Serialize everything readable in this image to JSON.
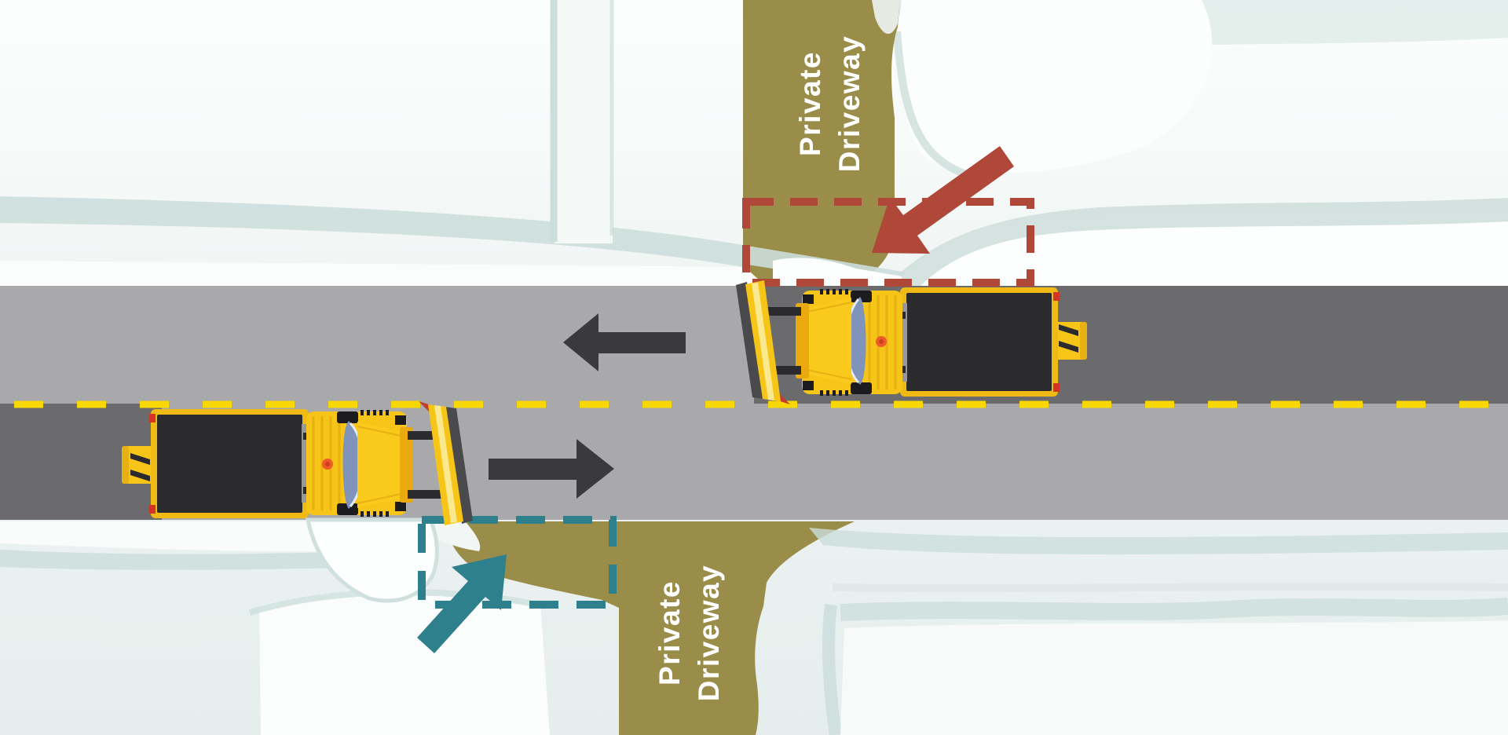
{
  "labels": {
    "top_driveway": {
      "line1": "Private",
      "line2": "Driveway"
    },
    "bottom_driveway": {
      "line1": "Private",
      "line2": "Driveway"
    }
  },
  "colors": {
    "bg-snow-top": "#fbfdfc",
    "bg-snow-bottom": "#e7eeed",
    "snow-white": "#fdfffe",
    "snow-shadow": "#ccdedb",
    "road-light": "#a9a8aa",
    "road-dark": "#6b6b6d",
    "road-medium": "#98989a",
    "driveway-olive": "#9a8c49",
    "lane-line-yellow": "#f8d702",
    "truck-yellow": "#f6c517",
    "truck-yellow-dark": "#e9b013",
    "truck-frame-yellow": "#f0b913",
    "truck-bed-black": "#2b2b2d",
    "plow-back-gray": "#4a4a4c",
    "plow-stripe": "#fbe98f",
    "windshield-blue": "#8093bb",
    "windshield-trim": "#e3ecf5",
    "beacon-orange": "#ee5a29",
    "beacon-core": "#c8401c",
    "tail-light-red": "#d43425",
    "flag-red": "#c23b2c",
    "wheel-black": "#1c1c1e",
    "highlight-red": "#b0483a",
    "highlight-teal": "#2f808d",
    "direction-arrow-dark": "#3a393b",
    "label-text": "#ffffff"
  },
  "markers": {
    "red_zone_box": "red-dashed-deposit-zone",
    "red_zone_arrow": "red-deposit-arrow",
    "teal_zone_box": "teal-dashed-deposit-zone",
    "teal_zone_arrow": "teal-deposit-arrow",
    "westbound_arrow": "westbound-direction-arrow",
    "eastbound_arrow": "eastbound-direction-arrow",
    "trucks": [
      "westbound-plow-truck",
      "eastbound-plow-truck"
    ]
  }
}
